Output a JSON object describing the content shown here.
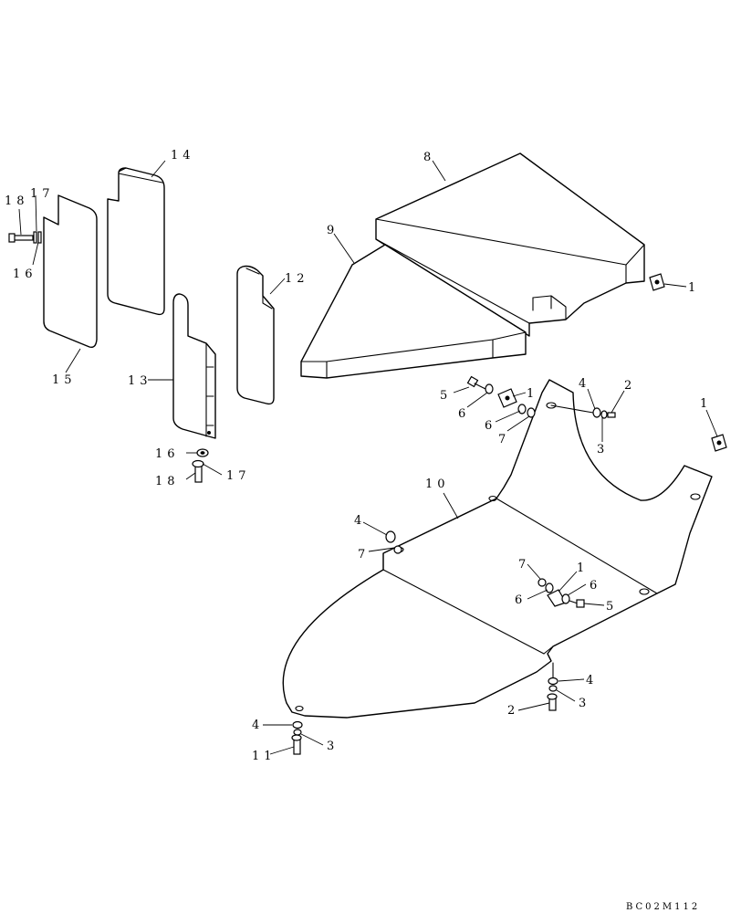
{
  "diagram": {
    "ref_code": "BC02M112",
    "callouts": [
      {
        "label": "1"
      },
      {
        "label": "1"
      },
      {
        "label": "1"
      },
      {
        "label": "1"
      },
      {
        "label": "2"
      },
      {
        "label": "2"
      },
      {
        "label": "3"
      },
      {
        "label": "3"
      },
      {
        "label": "3"
      },
      {
        "label": "4"
      },
      {
        "label": "4"
      },
      {
        "label": "4"
      },
      {
        "label": "4"
      },
      {
        "label": "5"
      },
      {
        "label": "5"
      },
      {
        "label": "6"
      },
      {
        "label": "6"
      },
      {
        "label": "6"
      },
      {
        "label": "6"
      },
      {
        "label": "7"
      },
      {
        "label": "7"
      },
      {
        "label": "7"
      },
      {
        "label": "8"
      },
      {
        "label": "9"
      },
      {
        "label": "10"
      },
      {
        "label": "11"
      },
      {
        "label": "12"
      },
      {
        "label": "13"
      },
      {
        "label": "14"
      },
      {
        "label": "15"
      },
      {
        "label": "16"
      },
      {
        "label": "16"
      },
      {
        "label": "17"
      },
      {
        "label": "17"
      },
      {
        "label": "18"
      },
      {
        "label": "18"
      }
    ]
  }
}
